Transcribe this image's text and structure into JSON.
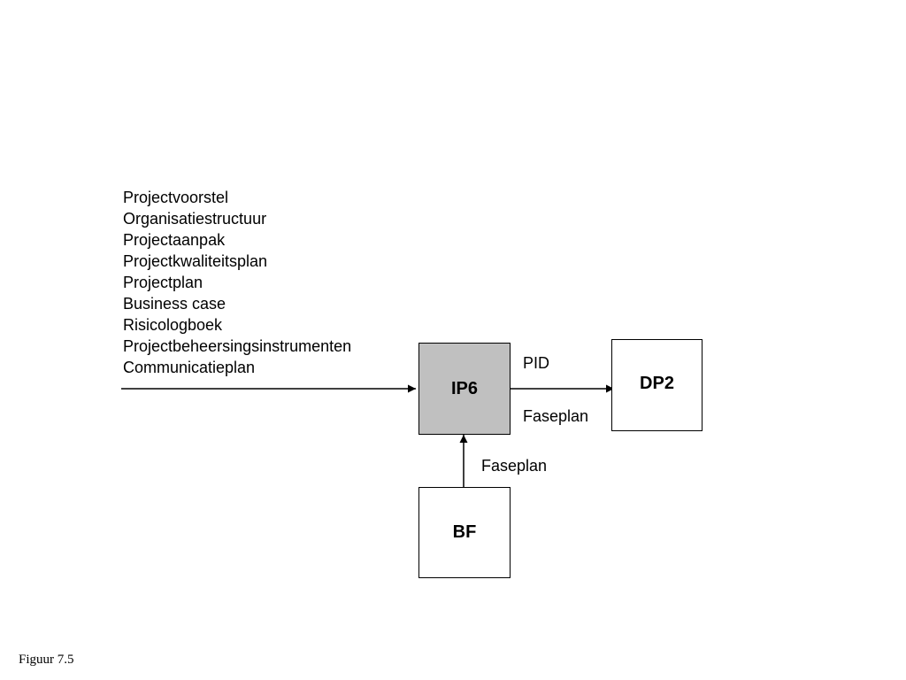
{
  "inputs": [
    "Projectvoorstel",
    "Organisatiestructuur",
    "Projectaanpak",
    "Projectkwaliteitsplan",
    "Projectplan",
    "Business case",
    "Risicologboek",
    "Projectbeheersingsinstrumenten",
    "Communicatieplan"
  ],
  "boxes": {
    "ip6": "IP6",
    "dp2": "DP2",
    "bf": "BF"
  },
  "flows": {
    "ip6_to_dp2_top": "PID",
    "ip6_to_dp2_bottom": "Faseplan",
    "bf_to_ip6": "Faseplan"
  },
  "caption": "Figuur 7.5",
  "colors": {
    "ip6_fill": "#c0c0c0",
    "box_fill": "#ffffff",
    "line": "#000000"
  }
}
